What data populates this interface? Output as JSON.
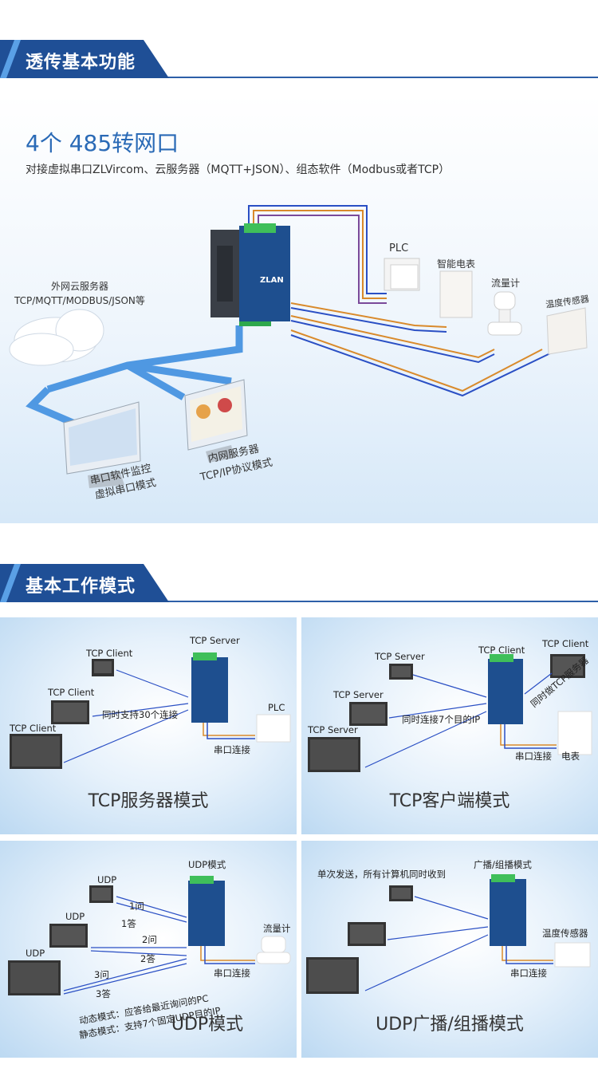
{
  "sections": {
    "transparent": "透传基本功能",
    "modes": "基本工作模式"
  },
  "hero": {
    "title": "4个 485转网口",
    "subtitle": "对接虚拟串口ZLVircom、云服务器（MQTT+JSON）、组态软件（Modbus或者TCP）",
    "cloud_label_1": "外网云服务器",
    "cloud_label_2": "TCP/MQTT/MODBUS/JSON等",
    "plc": "PLC",
    "meter": "智能电表",
    "flow": "流量计",
    "temp": "温度传感器",
    "pc_left_1": "串口软件监控",
    "pc_left_2": "虚拟串口模式",
    "pc_right_1": "内网服务器",
    "pc_right_2": "TCP/IP协议模式",
    "brand": "ZLAN"
  },
  "panels": {
    "tcp_server": {
      "mode": "TCP服务器模式",
      "device": "TCP Server",
      "client1": "TCP Client",
      "client2": "TCP Client",
      "client3": "TCP Client",
      "note": "同时支持30个连接",
      "serial": "串口连接",
      "end": "PLC"
    },
    "tcp_client": {
      "mode": "TCP客户端模式",
      "device": "TCP Client",
      "server1": "TCP Server",
      "server2": "TCP Server",
      "server3": "TCP Server",
      "note": "同时连接7个目的IP",
      "side_device": "TCP Client",
      "side_note": "同时做TCP服务器",
      "serial": "串口连接",
      "end": "电表"
    },
    "udp": {
      "mode": "UDP模式",
      "device": "UDP模式",
      "u1": "UDP",
      "u2": "UDP",
      "u3": "UDP",
      "q1": "1问",
      "a1": "1答",
      "q2": "2问",
      "a2": "2答",
      "q3": "3问",
      "a3": "3答",
      "dyn": "动态模式：应答给最近询问的PC",
      "stat": "静态模式：支持7个固定UDP目的IP",
      "serial": "串口连接",
      "end": "流量计"
    },
    "udp_bcast": {
      "mode": "UDP广播/组播模式",
      "device": "广播/组播模式",
      "note": "单次发送，所有计算机同时收到",
      "serial": "串口连接",
      "end": "温度传感器"
    }
  },
  "colors": {
    "brand_blue": "#1f4f96",
    "accent_blue": "#2a6ab6",
    "wire_orange": "#d98a2b",
    "wire_blue": "#2a4fc4"
  }
}
